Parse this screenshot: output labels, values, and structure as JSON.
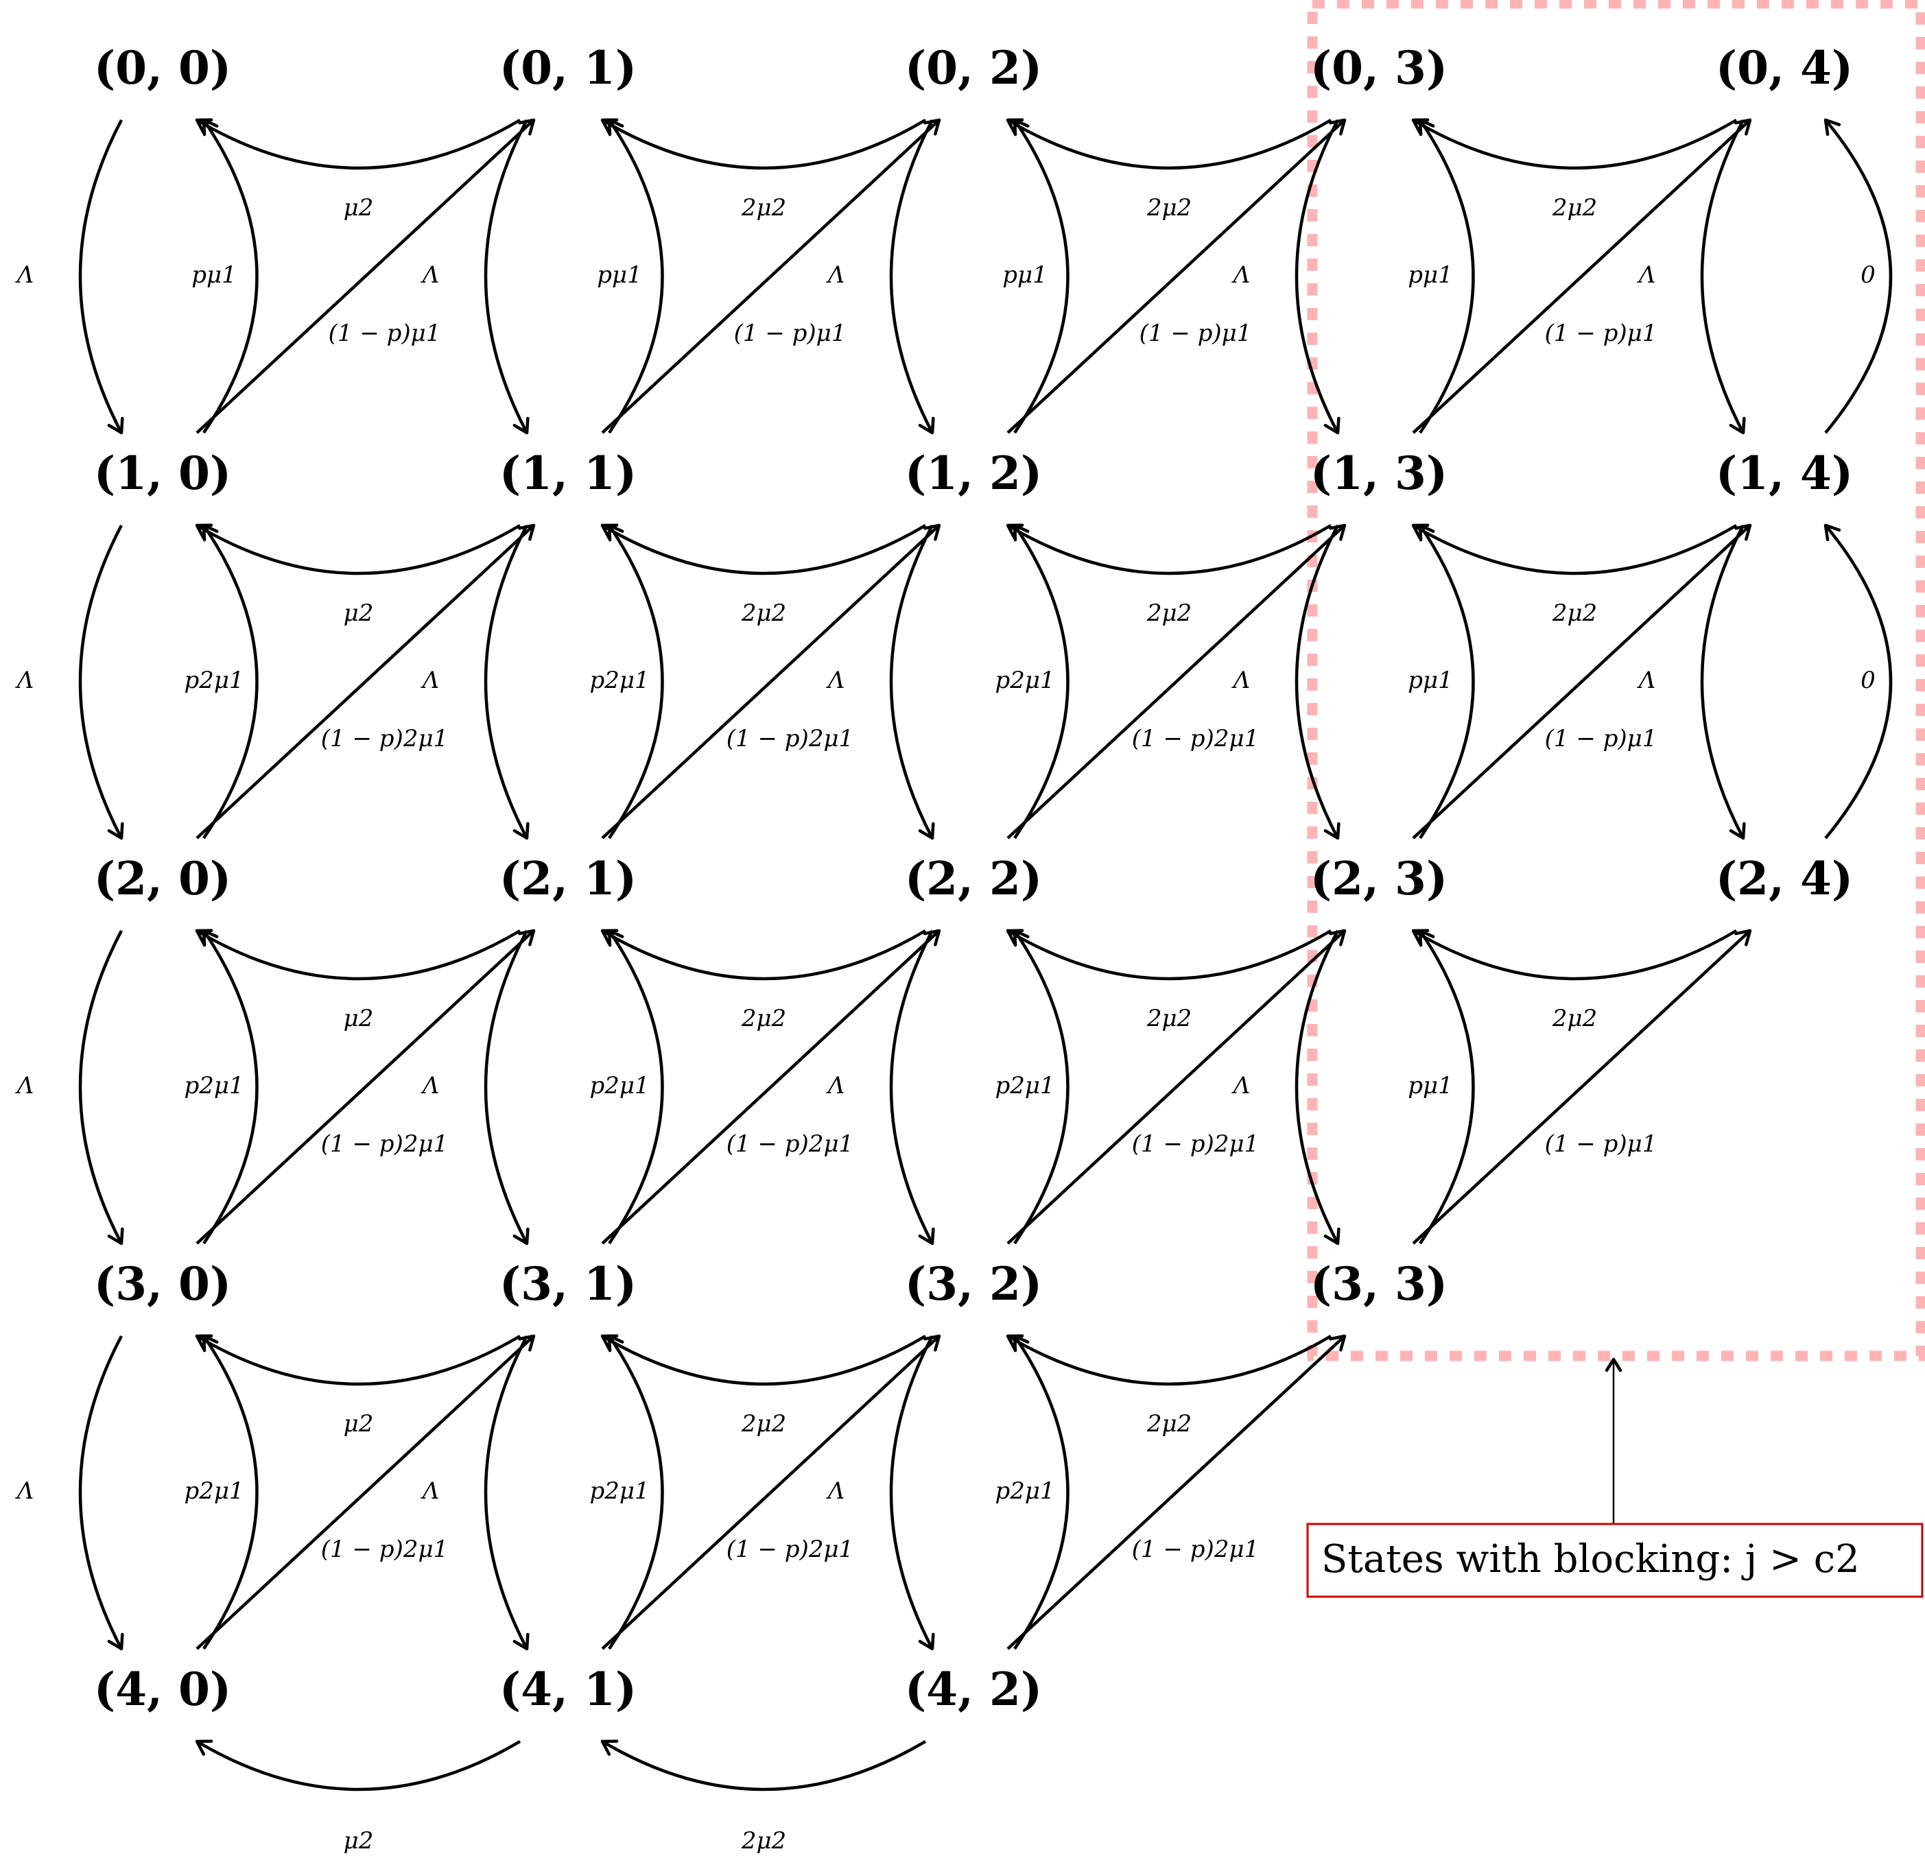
{
  "states": [
    [
      "(0, 0)",
      "(0, 1)",
      "(0, 2)",
      "(0, 3)",
      "(0, 4)"
    ],
    [
      "(1, 0)",
      "(1, 1)",
      "(1, 2)",
      "(1, 3)",
      "(1, 4)"
    ],
    [
      "(2, 0)",
      "(2, 1)",
      "(2, 2)",
      "(2, 3)",
      "(2, 4)"
    ],
    [
      "(3, 0)",
      "(3, 1)",
      "(3, 2)",
      "(3, 3)",
      ""
    ],
    [
      "(4, 0)",
      "(4, 1)",
      "(4, 2)",
      "",
      ""
    ]
  ],
  "edges": [
    {
      "from": [
        0,
        0
      ],
      "to": [
        1,
        0
      ],
      "kind": "arrival",
      "label": "Λ"
    },
    {
      "from": [
        1,
        0
      ],
      "to": [
        2,
        0
      ],
      "kind": "arrival",
      "label": "Λ"
    },
    {
      "from": [
        2,
        0
      ],
      "to": [
        3,
        0
      ],
      "kind": "arrival",
      "label": "Λ"
    },
    {
      "from": [
        3,
        0
      ],
      "to": [
        4,
        0
      ],
      "kind": "arrival",
      "label": "Λ"
    },
    {
      "from": [
        0,
        1
      ],
      "to": [
        1,
        1
      ],
      "kind": "arrival",
      "label": "Λ"
    },
    {
      "from": [
        1,
        1
      ],
      "to": [
        2,
        1
      ],
      "kind": "arrival",
      "label": "Λ"
    },
    {
      "from": [
        2,
        1
      ],
      "to": [
        3,
        1
      ],
      "kind": "arrival",
      "label": "Λ"
    },
    {
      "from": [
        3,
        1
      ],
      "to": [
        4,
        1
      ],
      "kind": "arrival",
      "label": "Λ"
    },
    {
      "from": [
        0,
        2
      ],
      "to": [
        1,
        2
      ],
      "kind": "arrival",
      "label": "Λ"
    },
    {
      "from": [
        1,
        2
      ],
      "to": [
        2,
        2
      ],
      "kind": "arrival",
      "label": "Λ"
    },
    {
      "from": [
        2,
        2
      ],
      "to": [
        3,
        2
      ],
      "kind": "arrival",
      "label": "Λ"
    },
    {
      "from": [
        3,
        2
      ],
      "to": [
        4,
        2
      ],
      "kind": "arrival",
      "label": "Λ"
    },
    {
      "from": [
        0,
        3
      ],
      "to": [
        1,
        3
      ],
      "kind": "arrival",
      "label": "Λ"
    },
    {
      "from": [
        1,
        3
      ],
      "to": [
        2,
        3
      ],
      "kind": "arrival",
      "label": "Λ"
    },
    {
      "from": [
        2,
        3
      ],
      "to": [
        3,
        3
      ],
      "kind": "arrival",
      "label": "Λ"
    },
    {
      "from": [
        0,
        4
      ],
      "to": [
        1,
        4
      ],
      "kind": "arrival",
      "label": "Λ"
    },
    {
      "from": [
        1,
        4
      ],
      "to": [
        2,
        4
      ],
      "kind": "arrival",
      "label": "Λ"
    },
    {
      "from": [
        1,
        4
      ],
      "to": [
        0,
        4
      ],
      "kind": "blocked-return",
      "label": "0"
    },
    {
      "from": [
        2,
        4
      ],
      "to": [
        1,
        4
      ],
      "kind": "blocked-return",
      "label": "0"
    },
    {
      "from": [
        1,
        0
      ],
      "to": [
        0,
        0
      ],
      "kind": "return",
      "label": "pμ1"
    },
    {
      "from": [
        1,
        1
      ],
      "to": [
        0,
        1
      ],
      "kind": "return",
      "label": "pμ1"
    },
    {
      "from": [
        1,
        2
      ],
      "to": [
        0,
        2
      ],
      "kind": "return",
      "label": "pμ1"
    },
    {
      "from": [
        1,
        3
      ],
      "to": [
        0,
        3
      ],
      "kind": "return",
      "label": "pμ1"
    },
    {
      "from": [
        2,
        0
      ],
      "to": [
        1,
        0
      ],
      "kind": "return",
      "label": "p2μ1"
    },
    {
      "from": [
        2,
        1
      ],
      "to": [
        1,
        1
      ],
      "kind": "return",
      "label": "p2μ1"
    },
    {
      "from": [
        2,
        2
      ],
      "to": [
        1,
        2
      ],
      "kind": "return",
      "label": "p2μ1"
    },
    {
      "from": [
        2,
        3
      ],
      "to": [
        1,
        3
      ],
      "kind": "return",
      "label": "pμ1"
    },
    {
      "from": [
        3,
        0
      ],
      "to": [
        2,
        0
      ],
      "kind": "return",
      "label": "p2μ1"
    },
    {
      "from": [
        3,
        1
      ],
      "to": [
        2,
        1
      ],
      "kind": "return",
      "label": "p2μ1"
    },
    {
      "from": [
        3,
        2
      ],
      "to": [
        2,
        2
      ],
      "kind": "return",
      "label": "p2μ1"
    },
    {
      "from": [
        3,
        3
      ],
      "to": [
        2,
        3
      ],
      "kind": "return",
      "label": "pμ1"
    },
    {
      "from": [
        4,
        0
      ],
      "to": [
        3,
        0
      ],
      "kind": "return",
      "label": "p2μ1"
    },
    {
      "from": [
        4,
        1
      ],
      "to": [
        3,
        1
      ],
      "kind": "return",
      "label": "p2μ1"
    },
    {
      "from": [
        4,
        2
      ],
      "to": [
        3,
        2
      ],
      "kind": "return",
      "label": "p2μ1"
    },
    {
      "from": [
        1,
        0
      ],
      "to": [
        0,
        1
      ],
      "kind": "diagonal",
      "label": "(1 − p)μ1"
    },
    {
      "from": [
        1,
        1
      ],
      "to": [
        0,
        2
      ],
      "kind": "diagonal",
      "label": "(1 − p)μ1"
    },
    {
      "from": [
        1,
        2
      ],
      "to": [
        0,
        3
      ],
      "kind": "diagonal",
      "label": "(1 − p)μ1"
    },
    {
      "from": [
        1,
        3
      ],
      "to": [
        0,
        4
      ],
      "kind": "diagonal",
      "label": "(1 − p)μ1"
    },
    {
      "from": [
        2,
        0
      ],
      "to": [
        1,
        1
      ],
      "kind": "diagonal",
      "label": "(1 − p)2μ1"
    },
    {
      "from": [
        2,
        1
      ],
      "to": [
        1,
        2
      ],
      "kind": "diagonal",
      "label": "(1 − p)2μ1"
    },
    {
      "from": [
        2,
        2
      ],
      "to": [
        1,
        3
      ],
      "kind": "diagonal",
      "label": "(1 − p)2μ1"
    },
    {
      "from": [
        2,
        3
      ],
      "to": [
        1,
        4
      ],
      "kind": "diagonal",
      "label": "(1 − p)μ1"
    },
    {
      "from": [
        3,
        0
      ],
      "to": [
        2,
        1
      ],
      "kind": "diagonal",
      "label": "(1 − p)2μ1"
    },
    {
      "from": [
        3,
        1
      ],
      "to": [
        2,
        2
      ],
      "kind": "diagonal",
      "label": "(1 − p)2μ1"
    },
    {
      "from": [
        3,
        2
      ],
      "to": [
        2,
        3
      ],
      "kind": "diagonal",
      "label": "(1 − p)2μ1"
    },
    {
      "from": [
        3,
        3
      ],
      "to": [
        2,
        4
      ],
      "kind": "diagonal",
      "label": "(1 − p)μ1"
    },
    {
      "from": [
        4,
        0
      ],
      "to": [
        3,
        1
      ],
      "kind": "diagonal",
      "label": "(1 − p)2μ1"
    },
    {
      "from": [
        4,
        1
      ],
      "to": [
        3,
        2
      ],
      "kind": "diagonal",
      "label": "(1 − p)2μ1"
    },
    {
      "from": [
        4,
        2
      ],
      "to": [
        3,
        3
      ],
      "kind": "diagonal",
      "label": "(1 − p)2μ1"
    },
    {
      "from": [
        0,
        1
      ],
      "to": [
        0,
        0
      ],
      "kind": "service",
      "label": "μ2"
    },
    {
      "from": [
        1,
        1
      ],
      "to": [
        1,
        0
      ],
      "kind": "service",
      "label": "μ2"
    },
    {
      "from": [
        2,
        1
      ],
      "to": [
        2,
        0
      ],
      "kind": "service",
      "label": "μ2"
    },
    {
      "from": [
        3,
        1
      ],
      "to": [
        3,
        0
      ],
      "kind": "service",
      "label": "μ2"
    },
    {
      "from": [
        4,
        1
      ],
      "to": [
        4,
        0
      ],
      "kind": "service",
      "label": "μ2"
    },
    {
      "from": [
        0,
        2
      ],
      "to": [
        0,
        1
      ],
      "kind": "service",
      "label": "2μ2"
    },
    {
      "from": [
        1,
        2
      ],
      "to": [
        1,
        1
      ],
      "kind": "service",
      "label": "2μ2"
    },
    {
      "from": [
        2,
        2
      ],
      "to": [
        2,
        1
      ],
      "kind": "service",
      "label": "2μ2"
    },
    {
      "from": [
        3,
        2
      ],
      "to": [
        3,
        1
      ],
      "kind": "service",
      "label": "2μ2"
    },
    {
      "from": [
        4,
        2
      ],
      "to": [
        4,
        1
      ],
      "kind": "service",
      "label": "2μ2"
    },
    {
      "from": [
        0,
        3
      ],
      "to": [
        0,
        2
      ],
      "kind": "service",
      "label": "2μ2"
    },
    {
      "from": [
        1,
        3
      ],
      "to": [
        1,
        2
      ],
      "kind": "service",
      "label": "2μ2"
    },
    {
      "from": [
        2,
        3
      ],
      "to": [
        2,
        2
      ],
      "kind": "service",
      "label": "2μ2"
    },
    {
      "from": [
        3,
        3
      ],
      "to": [
        3,
        2
      ],
      "kind": "service",
      "label": "2μ2"
    },
    {
      "from": [
        0,
        4
      ],
      "to": [
        0,
        3
      ],
      "kind": "service",
      "label": "2μ2"
    },
    {
      "from": [
        1,
        4
      ],
      "to": [
        1,
        3
      ],
      "kind": "service",
      "label": "2μ2"
    },
    {
      "from": [
        2,
        4
      ],
      "to": [
        2,
        3
      ],
      "kind": "service",
      "label": "2μ2"
    }
  ],
  "annotation": {
    "text": "States with blocking: j > c2",
    "border_color": "#cc0000",
    "region_color": "#ffb3b3"
  }
}
